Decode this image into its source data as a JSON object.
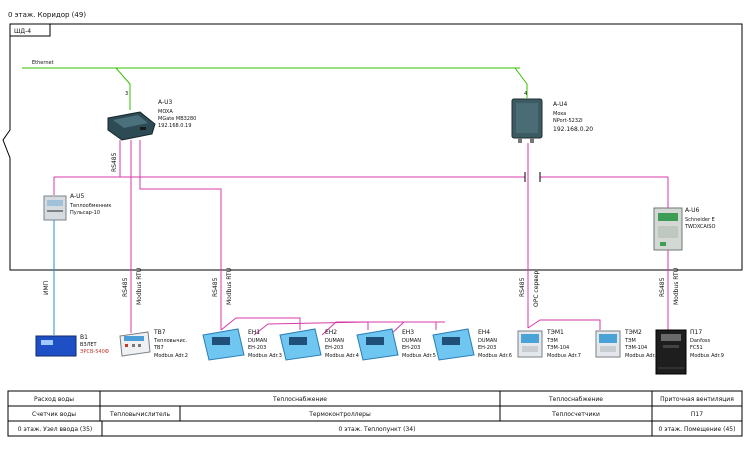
{
  "header": {
    "location": "0 этаж. Коридор (49)",
    "cabinet": "ШД-4"
  },
  "network": {
    "ethernet_label": "Ethernet",
    "port_a3": "3",
    "port_a4": "4"
  },
  "devices": {
    "a3": {
      "id": "A-U3",
      "line1": "MOXA",
      "line2": "MGate MB3280",
      "line3": "192.168.0.19"
    },
    "a4": {
      "id": "A-U4",
      "line1": "Moxa",
      "line2": "NPort-5232I",
      "line3": "192.168.0.20"
    },
    "a5": {
      "id": "A-U5",
      "line1": "Теплообменник",
      "line2": "Пульсар-10"
    },
    "a6": {
      "id": "A-U6",
      "line1": "Schneider E",
      "line2": "TWDXCAISO"
    },
    "b1": {
      "id": "B1",
      "line1": "ВЗЛЕТ",
      "line2": "ЭРСВ-540Ф"
    },
    "tv7": {
      "id": "ТВ7",
      "line1": "Тепловычис.",
      "line2": "ТВ7",
      "line3": "Modbus Adr.2"
    },
    "eh1": {
      "id": "ЕН1",
      "line1": "DUMAN",
      "line2": "EH-203",
      "line3": "Modbus Adr.3"
    },
    "eh2": {
      "id": "ЕН2",
      "line1": "DUMAN",
      "line2": "EH-203",
      "line3": "Modbus Adr.4"
    },
    "eh3": {
      "id": "ЕН3",
      "line1": "DUMAN",
      "line2": "EH-203",
      "line3": "Modbus Adr.5"
    },
    "eh4": {
      "id": "ЕН4",
      "line1": "DUMAN",
      "line2": "EH-203",
      "line3": "Modbus Adr.6"
    },
    "tem1": {
      "id": "ТЭМ1",
      "line1": "ТЭМ",
      "line2": "ТЭМ-104",
      "line3": "Modbus Adr.7"
    },
    "tem2": {
      "id": "ТЭМ2",
      "line1": "ТЭМ",
      "line2": "ТЭМ-104",
      "line3": "Modbus Adr.8"
    },
    "p17": {
      "id": "П17",
      "line1": "Danfoss",
      "line2": "FC51",
      "line3": "Modbus Adr.9"
    }
  },
  "cables": {
    "rs485_a3": "RS485",
    "imp": "ИМП",
    "rs485_tv7": "RS485",
    "modbus_tv7": "Modbus RTU",
    "rs485_eh": "RS485",
    "modbus_eh": "Modbus RTU",
    "rs485_tem": "RS485",
    "opc_tem": "OPC сервер",
    "rs485_p17": "RS485",
    "modbus_p17": "Modbus RTU"
  },
  "table": {
    "row1": [
      "Расход воды",
      "Теплоснабжение",
      "Теплоснабжение",
      "Приточная вентиляция"
    ],
    "row2": [
      "Счетчик воды",
      "Тепловычислитель",
      "Термоконтроллеры",
      "Теплосчетчики",
      "П17"
    ],
    "row3": [
      "0 этаж. Узел ввода (35)",
      "0 этаж. Теплопункт (34)",
      "0 этаж. Помещение (45)"
    ]
  }
}
